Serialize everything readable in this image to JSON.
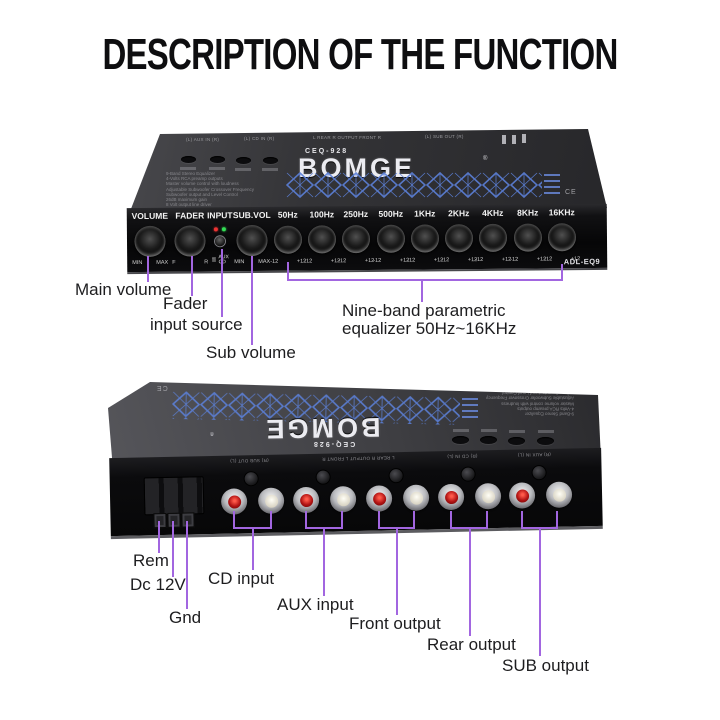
{
  "title": "DESCRIPTION OF THE FUNCTION",
  "colors": {
    "accent_purple": "#a266e0",
    "eq_pattern_blue": "#5b80d8",
    "rca_red": "#b11313",
    "rca_white": "#ece8dd",
    "chassis_dark": "#0b0b0d"
  },
  "device": {
    "brand": "BOMGE",
    "trademark": "®",
    "model": "CEQ-928",
    "badge": "ADL-EQ9",
    "ce_mark": "CE",
    "input_icon": "≣",
    "top_edge_labels": [
      "(L)  AUX IN  (R)",
      "(L)  CD IN  (R)",
      "L REAR R   OUTPUT   FRONT R",
      "(L)  SUB OUT  (R)"
    ],
    "rear_jack_labels": [
      "(R)  SUB OUT  (L)",
      "L REAR R    OUTPUT    L FRONT R",
      "(R)  CD IN  (L)",
      "(R)  AUX IN  (L)"
    ],
    "features": [
      "9-Band Stereo Equalizer",
      "4-Volts RCA preamp outputs",
      "Master volume control with loudness",
      "Adjustable Subwoofer Crossover Frequency",
      "Subwoofer output and Level Control",
      "26dB maximum gain",
      "8 Volt output line driver"
    ],
    "panel_labels": [
      "VOLUME",
      "FADER",
      "INPUT",
      "SUB.VOL",
      "50Hz",
      "100Hz",
      "250Hz",
      "500Hz",
      "1KHz",
      "2KHz",
      "4KHz",
      "8KHz",
      "16KHz"
    ],
    "scales": {
      "min": "MIN",
      "max": "MAX",
      "fader_front": "F",
      "fader_rear": "R",
      "aux": "AUX",
      "cd": "CD",
      "eq_min": "-12",
      "eq_max": "+12"
    }
  },
  "front_callouts": {
    "main_volume": "Main volume",
    "fader": "Fader",
    "input_source": "input source",
    "sub_volume": "Sub volume",
    "eq_line1": "Nine-band parametric",
    "eq_line2": "equalizer 50Hz~16KHz"
  },
  "rear_callouts": {
    "rem": "Rem",
    "dc": "Dc 12V",
    "gnd": "Gnd",
    "cd": "CD input",
    "aux": "AUX input",
    "front": "Front output",
    "rear": "Rear output",
    "sub": "SUB output"
  }
}
